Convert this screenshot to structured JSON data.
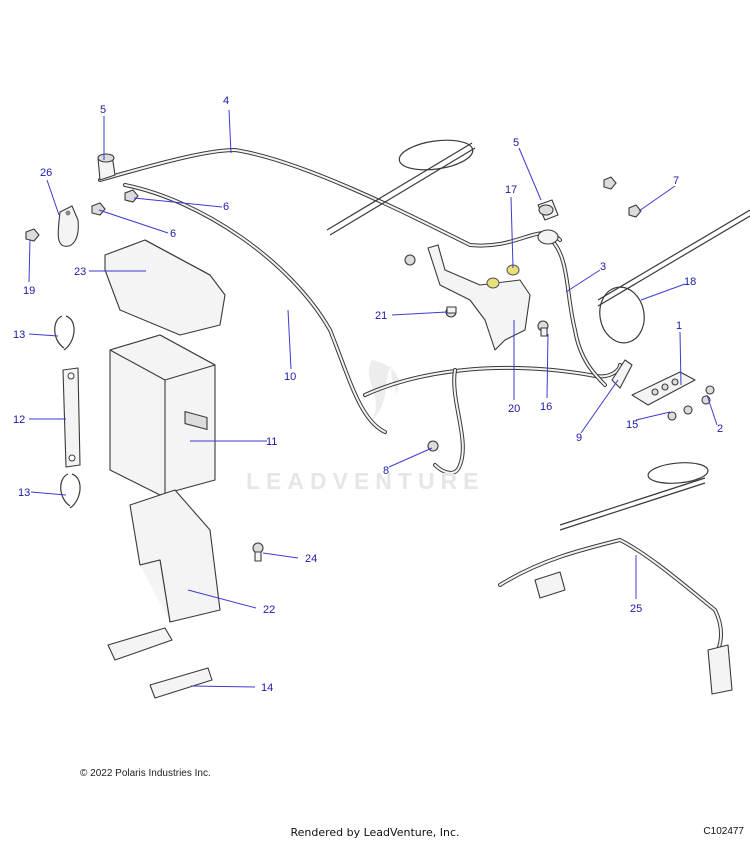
{
  "watermark_text": "LEADVENTURE",
  "copyright": "© 2022 Polaris Industries Inc.",
  "rendered_by": "Rendered by LeadVenture, Inc.",
  "diagram_id": "C102477",
  "callouts": {
    "c1": "1",
    "c2": "2",
    "c3": "3",
    "c4": "4",
    "c5a": "5",
    "c5b": "5",
    "c6a": "6",
    "c6b": "6",
    "c7": "7",
    "c8": "8",
    "c9": "9",
    "c10": "10",
    "c11": "11",
    "c12": "12",
    "c13a": "13",
    "c13b": "13",
    "c14": "14",
    "c15": "15",
    "c16": "16",
    "c17": "17",
    "c18": "18",
    "c19": "19",
    "c20": "20",
    "c21": "21",
    "c22": "22",
    "c23": "23",
    "c24": "24",
    "c25": "25",
    "c26": "26"
  },
  "colors": {
    "callout": "#1a1aa6",
    "line": "#3a3a3a",
    "highlight": "#e8e07a"
  }
}
